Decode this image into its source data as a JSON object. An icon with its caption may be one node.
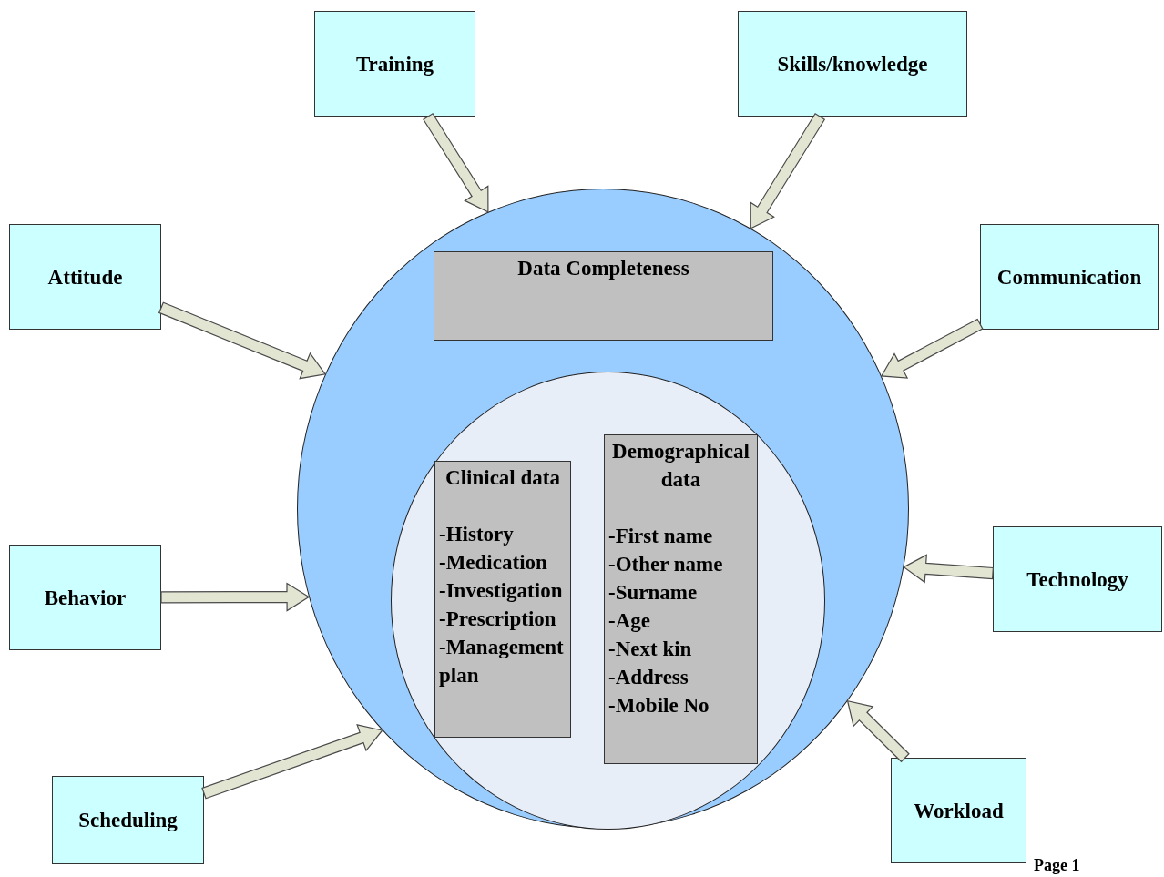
{
  "diagram": {
    "nodes": [
      {
        "text": [],
        "shape": "circle"
      },
      {
        "text": [
          "Data Completeness"
        ],
        "in": 0
      },
      {
        "text": [],
        "shape": "circle",
        "in": 0
      },
      {
        "text": [
          "Clinical data",
          "-History -Medication -Investigation -Prescription -Management plan"
        ],
        "in": 2
      },
      {
        "text": [
          "Demographical data",
          "-First name -Other name -Surname -Age -Next kin -Address -Mobile No"
        ],
        "in": 2
      },
      {
        "text": [
          "Training"
        ]
      },
      {
        "text": [
          "Skills/knowledge"
        ]
      },
      {
        "text": [
          "Attitude"
        ]
      },
      {
        "text": [
          "Communication"
        ]
      },
      {
        "text": [
          "Behavior"
        ]
      },
      {
        "text": [
          "Technology"
        ]
      },
      {
        "text": [
          "Scheduling"
        ]
      },
      {
        "text": [
          "Workload"
        ]
      }
    ],
    "edges": [
      {
        "from": 5,
        "to": 0,
        "arrow": "to"
      },
      {
        "from": 6,
        "to": 0,
        "arrow": "to"
      },
      {
        "from": 7,
        "to": 0,
        "arrow": "to"
      },
      {
        "from": 8,
        "to": 0,
        "arrow": "to"
      },
      {
        "from": 9,
        "to": 0,
        "arrow": "to"
      },
      {
        "from": 10,
        "to": 0,
        "arrow": "to"
      },
      {
        "from": 11,
        "to": 0,
        "arrow": "to"
      },
      {
        "from": 12,
        "to": 0,
        "arrow": "to"
      }
    ],
    "labels": [
      "Page 1"
    ]
  }
}
